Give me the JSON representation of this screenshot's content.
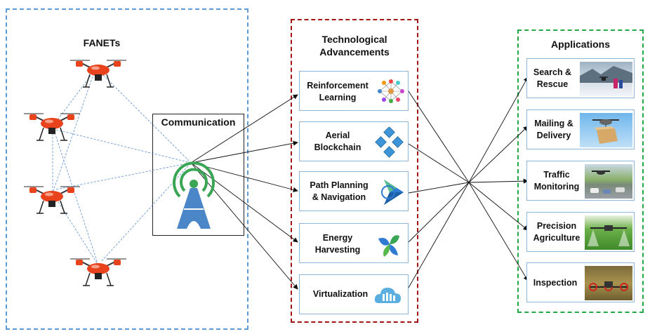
{
  "fanets": {
    "title": "FANETs"
  },
  "communication": {
    "label": "Communication"
  },
  "tech": {
    "title": "Technological\nAdvancements",
    "items": [
      {
        "label": "Reinforcement\nLearning",
        "icon": "neural-network-icon"
      },
      {
        "label": "Aerial\nBlockchain",
        "icon": "blockchain-icon"
      },
      {
        "label": "Path Planning\n& Navigation",
        "icon": "navigation-icon"
      },
      {
        "label": "Energy\nHarvesting",
        "icon": "energy-icon"
      },
      {
        "label": "Virtualization",
        "icon": "cloud-icon"
      }
    ]
  },
  "apps": {
    "title": "Applications",
    "items": [
      {
        "label": "Search &\nRescue"
      },
      {
        "label": "Mailing &\nDelivery"
      },
      {
        "label": "Traffic\nMonitoring"
      },
      {
        "label": "Precision\nAgriculture"
      },
      {
        "label": "Inspection"
      }
    ]
  },
  "colors": {
    "fanets_border": "#5b9bd5",
    "tech_border": "#a31515",
    "apps_border": "#21a847",
    "drone_body": "#e8431c",
    "tower": "#4a86c8",
    "rings": "#3aa655"
  }
}
